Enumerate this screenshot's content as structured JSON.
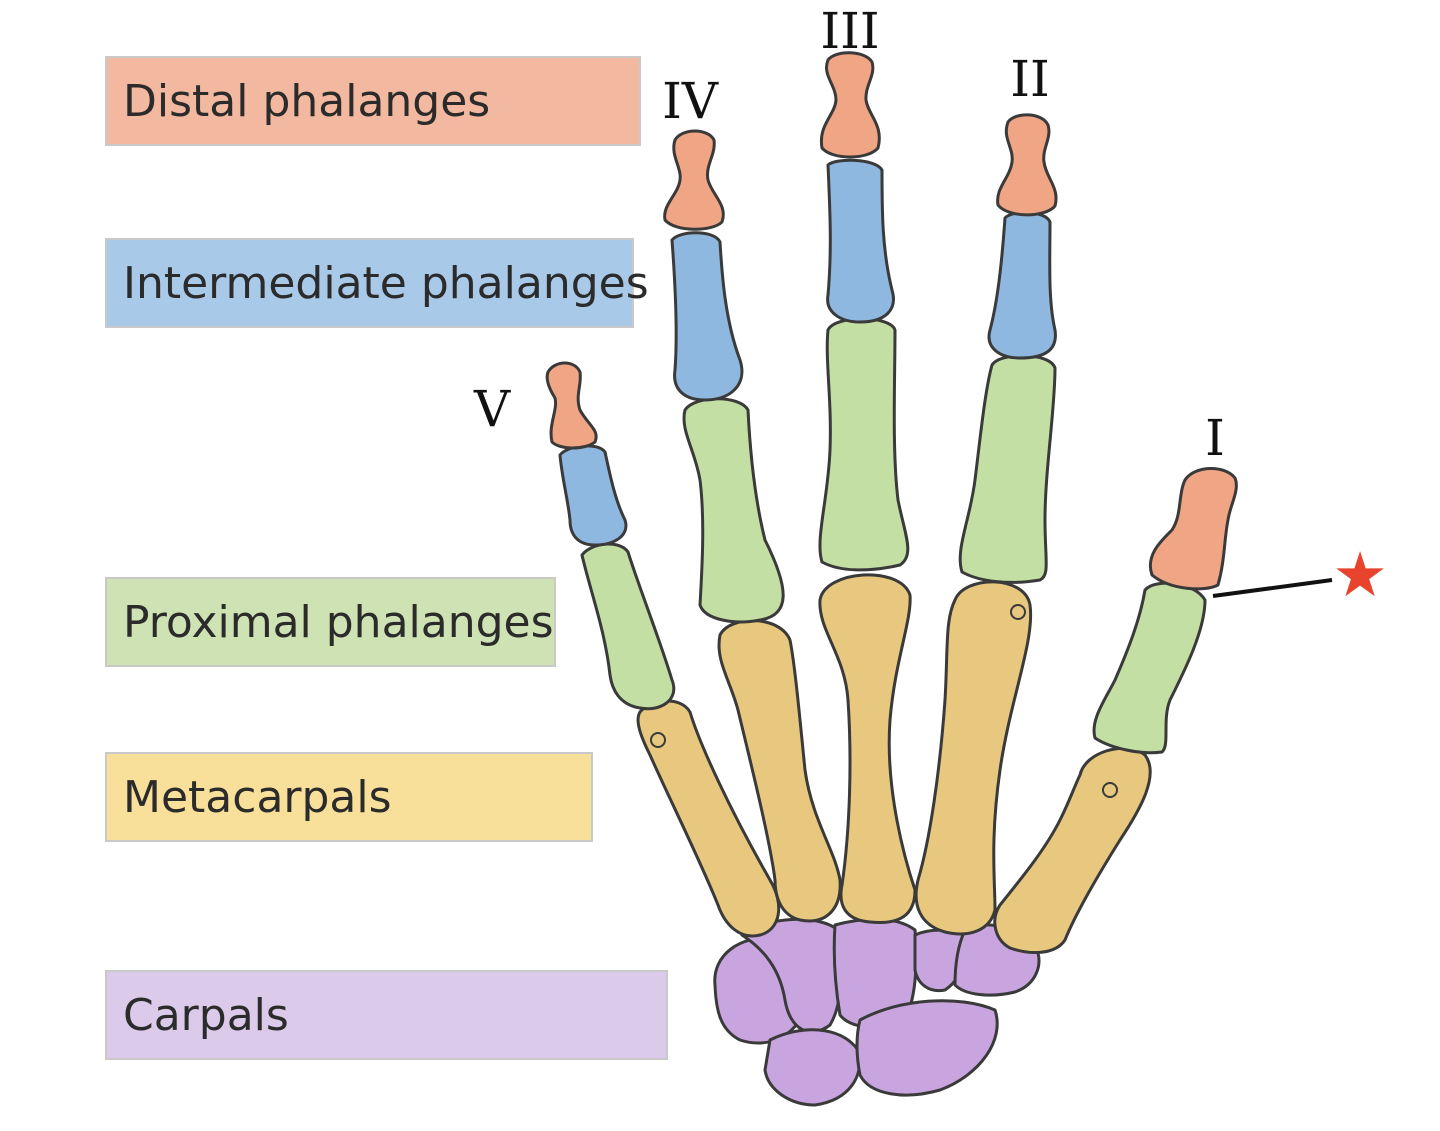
{
  "legend": [
    {
      "key": "distal",
      "label": "Distal phalanges",
      "color": "#f2b8a0"
    },
    {
      "key": "intermediate",
      "label": "Intermediate phalanges",
      "color": "#a9c9e8"
    },
    {
      "key": "proximal",
      "label": "Proximal phalanges",
      "color": "#cfe2b4"
    },
    {
      "key": "metacarpal",
      "label": "Metacarpals",
      "color": "#f9e09a"
    },
    {
      "key": "carpal",
      "label": "Carpals",
      "color": "#dccaea"
    }
  ],
  "bone_colors": {
    "distal": "#f0a585",
    "intermediate": "#8fb8e0",
    "proximal": "#c4dfa4",
    "metacarpal": "#e7c87e",
    "carpal": "#c9a5e0"
  },
  "finger_numerals": {
    "I": "I",
    "II": "II",
    "III": "III",
    "IV": "IV",
    "V": "V"
  },
  "marker": {
    "symbol": "★",
    "color": "#e8432c"
  }
}
